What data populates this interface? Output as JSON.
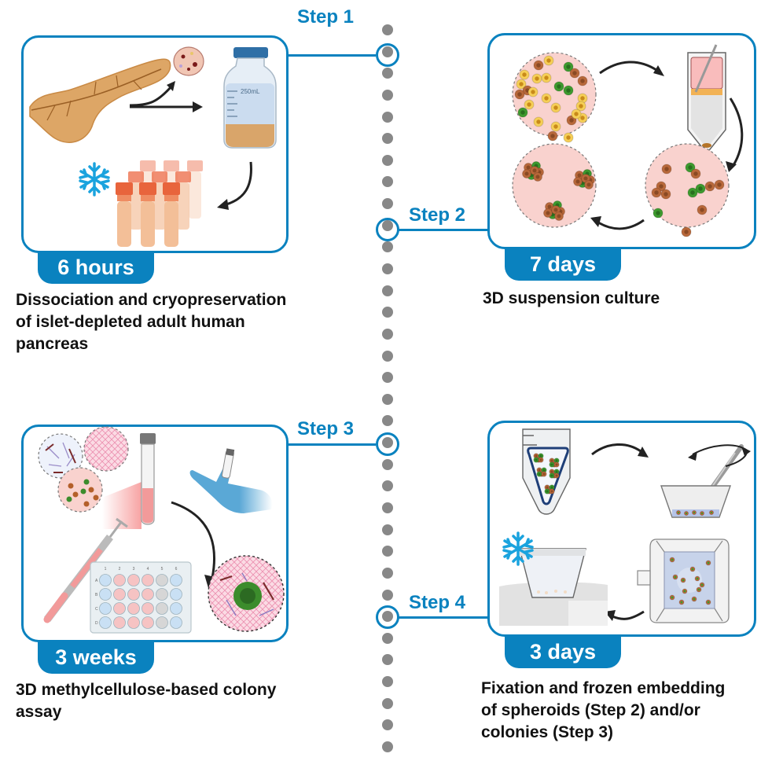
{
  "colors": {
    "accent_blue": "#0a82bf",
    "timeline_dot": "#888888",
    "caption_text": "#111111",
    "snowflake": "#1aa3de"
  },
  "timeline": {
    "icon": "dotted-vertical-timeline",
    "dot_count": 34
  },
  "steps": [
    {
      "label": "Step 1",
      "duration": "6 hours",
      "caption_lines": [
        "Dissociation and cryopreservation",
        "of islet-depleted adult human",
        "pancreas"
      ],
      "illustration": {
        "items": [
          "pancreas-icon",
          "tissue-section-icon",
          "arrow-icon",
          "media-bottle-icon",
          "snowflake-icon",
          "cryovials-icon"
        ],
        "bottle_label": "250mL"
      }
    },
    {
      "label": "Step 2",
      "duration": "7 days",
      "caption_lines": [
        "3D suspension culture"
      ],
      "illustration": {
        "items": [
          "mixed-cells-dish-icon",
          "centrifuge-tube-icon",
          "sorted-cells-dish-icon",
          "spheroids-dish-icon",
          "cycle-arrows-icon"
        ]
      }
    },
    {
      "label": "Step 3",
      "duration": "3 weeks",
      "caption_lines": [
        "3D methylcellulose-based colony",
        "assay"
      ],
      "illustration": {
        "items": [
          "matrix-fibers-icon",
          "methylcellulose-mesh-icon",
          "cells-dish-icon",
          "test-tube-icon",
          "gloved-hand-icon",
          "syringe-icon",
          "well-plate-icon",
          "colony-icon"
        ],
        "plate_columns": [
          "1",
          "2",
          "3",
          "4",
          "5",
          "6"
        ],
        "plate_rows": [
          "A",
          "B",
          "C",
          "D"
        ]
      }
    },
    {
      "label": "Step 4",
      "duration": "3 days",
      "caption_lines": [
        "Fixation and frozen embedding",
        "of spheroids (Step 2) and/or",
        "colonies (Step 3)"
      ],
      "illustration": {
        "items": [
          "conical-tube-icon",
          "forceps-icon",
          "embedding-mold-icon",
          "cryomold-icon",
          "snowflake-icon"
        ]
      }
    }
  ]
}
